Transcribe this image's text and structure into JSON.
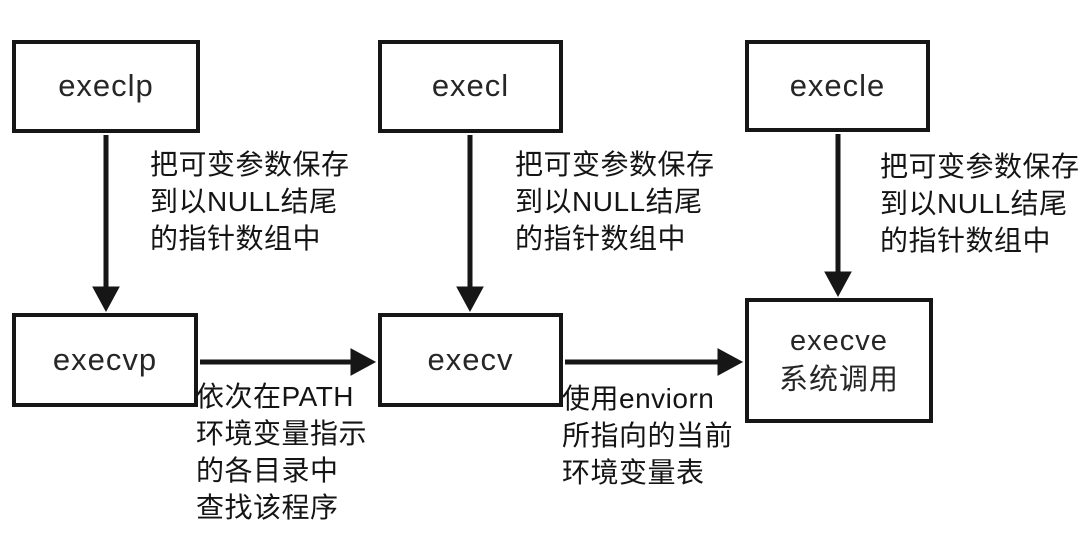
{
  "diagram": {
    "colors": {
      "background": "#ffffff",
      "stroke": "#161616",
      "text": "#141414"
    },
    "nodes": [
      {
        "id": "execlp",
        "label": "execlp"
      },
      {
        "id": "execl",
        "label": "execl"
      },
      {
        "id": "execle",
        "label": "execle"
      },
      {
        "id": "execvp",
        "label": "execvp"
      },
      {
        "id": "execv",
        "label": "execv"
      },
      {
        "id": "execve",
        "label": "execve\n系统调用"
      }
    ],
    "edges": [
      {
        "from": "execlp",
        "to": "execvp",
        "direction": "down"
      },
      {
        "from": "execl",
        "to": "execv",
        "direction": "down"
      },
      {
        "from": "execle",
        "to": "execve",
        "direction": "down"
      },
      {
        "from": "execvp",
        "to": "execv",
        "direction": "right"
      },
      {
        "from": "execv",
        "to": "execve",
        "direction": "right"
      }
    ],
    "notes": {
      "save_args_1": "把可变参数保存\n到以NULL结尾\n的指针数组中",
      "save_args_2": "把可变参数保存\n到以NULL结尾\n的指针数组中",
      "save_args_3": "把可变参数保存\n到以NULL结尾\n的指针数组中",
      "path_search": "依次在PATH\n环境变量指示\n的各目录中\n查找该程序",
      "environ_use": "使用enviorn\n所指向的当前\n环境变量表"
    }
  }
}
